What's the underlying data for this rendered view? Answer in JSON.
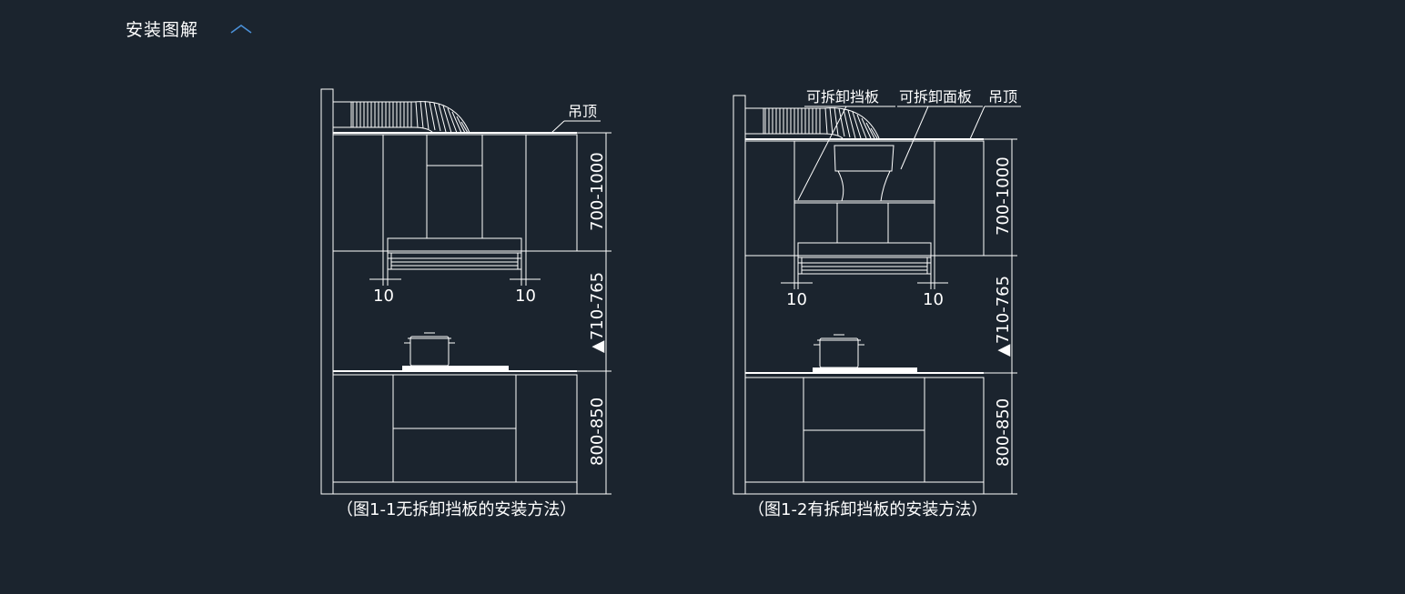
{
  "header": {
    "title": "安装图解",
    "toggle_icon": "chevron-up-icon",
    "accent_color": "#4a8fd6"
  },
  "diagram_left": {
    "ceiling_label": "吊顶",
    "dim_upper": "700-1000",
    "dim_middle": "▲710-765",
    "dim_lower": "800-850",
    "gap_left": "10",
    "gap_right": "10",
    "caption": "（图1-1无拆卸挡板的安装方法）"
  },
  "diagram_right": {
    "label_baffle": "可拆卸挡板",
    "label_panel": "可拆卸面板",
    "ceiling_label": "吊顶",
    "dim_upper": "700-1000",
    "dim_middle": "▲710-765",
    "dim_lower": "800-850",
    "gap_left": "10",
    "gap_right": "10",
    "caption": "（图1-2有拆卸挡板的安装方法）"
  },
  "colors": {
    "background": "#1b242e",
    "line": "#ffffff"
  }
}
